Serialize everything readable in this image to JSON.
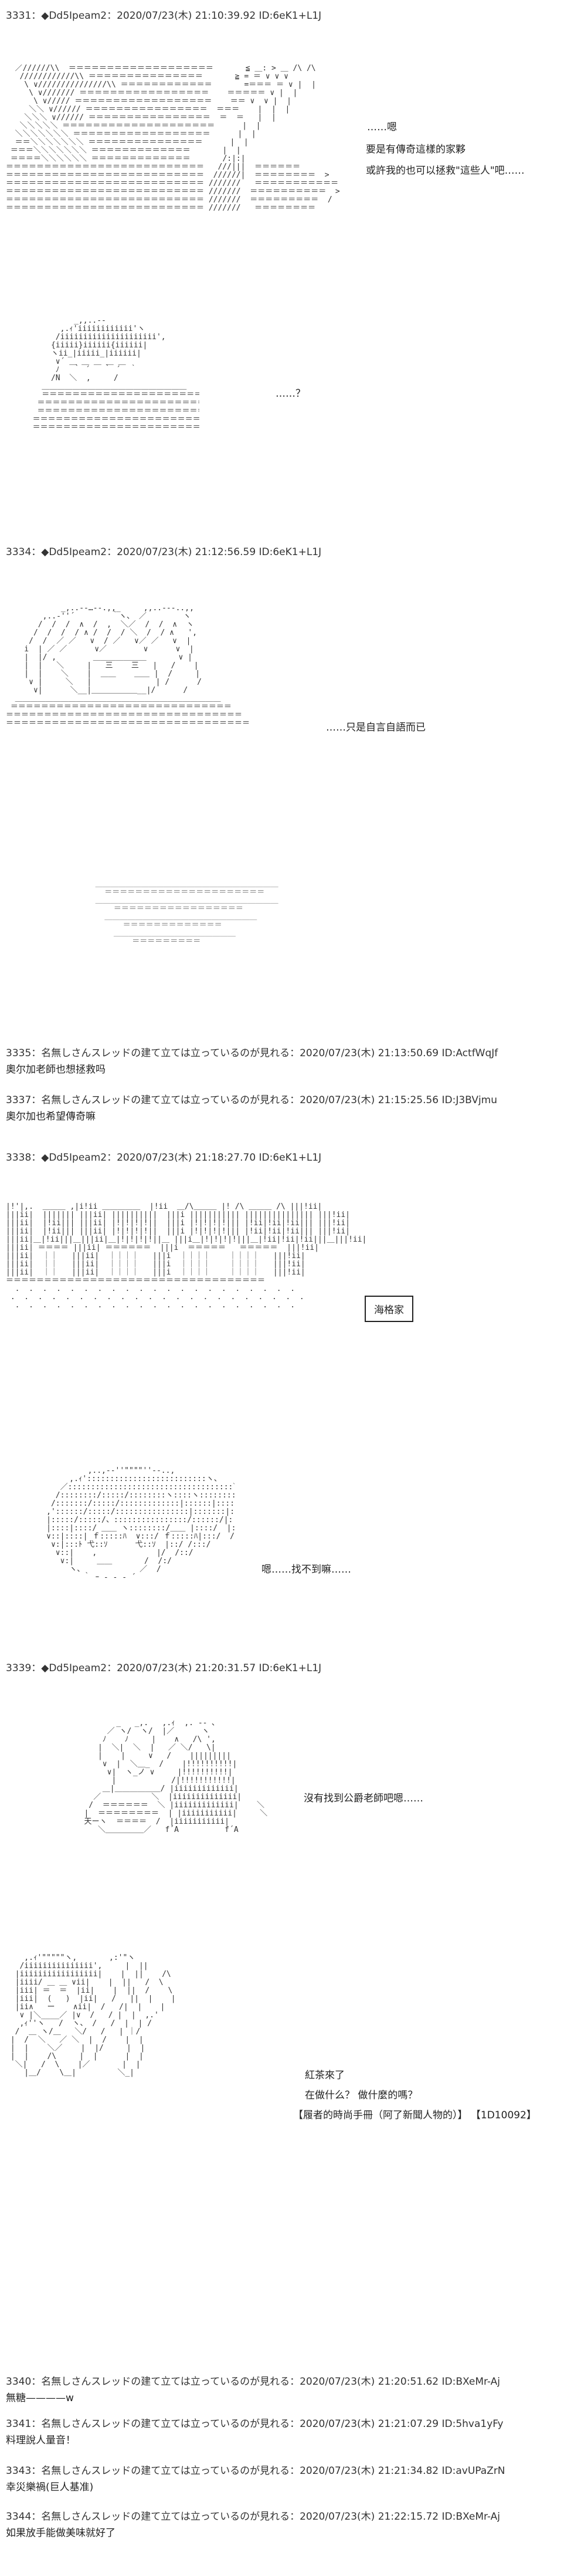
{
  "posts": [
    {
      "header": "3331：◆Dd5Ipeam2：2020/07/23(木) 21:10:39.92 ID:6eK1+L1J",
      "lines": [
        "……嗯",
        "要是有傳奇這樣的家夥",
        "或許我的也可以拯救\"這些人\"吧……"
      ],
      "aside": "……？"
    },
    {
      "header": "3334：◆Dd5Ipeam2：2020/07/23(木) 21:12:56.59 ID:6eK1+L1J",
      "lines": [
        "……只是自言自語而已"
      ]
    },
    {
      "header": "3335：名無しさんスレッドの建て立ては立っているのが見れる：2020/07/23(木) 21:13:50.69 ID:ActfWqJf",
      "lines": [
        "奧尔加老師也想拯救吗"
      ]
    },
    {
      "header": "3337：名無しさんスレッドの建て立ては立っているのが見れる：2020/07/23(木) 21:15:25.56 ID:J3BVjmu",
      "lines": [
        "奧尔加也希望傳奇嘛"
      ]
    },
    {
      "header": "3338：◆Dd5Ipeam2：2020/07/23(木) 21:18:27.70 ID:6eK1+L1J",
      "box": "海格家",
      "lines": [
        "嗯……找不到嘛……"
      ]
    },
    {
      "header": "3339：◆Dd5Ipeam2：2020/07/23(木) 21:20:31.57 ID:6eK1+L1J",
      "lines": [
        "沒有找到公爵老師吧嗯……",
        "紅茶來了",
        "在做什么？  做什麼的嗎？",
        "【履者的時尚手冊（阿了新聞人物的）】 【1D10092】"
      ]
    },
    {
      "header": "3340：名無しさんスレッドの建て立ては立っているのが見れる：2020/07/23(木) 21:20:51.62 ID:BXeMr-Aj",
      "lines": [
        "無糖————w"
      ]
    },
    {
      "header": "3341：名無しさんスレッドの建て立ては立っているのが見れる：2020/07/23(木) 21:21:07.29 ID:5hva1yFy",
      "lines": [
        "料理說人量音！"
      ]
    },
    {
      "header": "3343：名無しさんスレッドの建て立ては立っているのが見れる：2020/07/23(木) 21:21:34.82 ID:avUPaZrN",
      "lines": [
        "幸災樂禍(巨人基准)"
      ]
    },
    {
      "header": "3344：名無しさんスレッドの建て立ては立っているのが見れる：2020/07/23(木) 21:22:15.72 ID:BXeMr-Aj",
      "lines": [
        "如果放手能做美味就好了"
      ]
    }
  ],
  "ascii_art": {
    "a1": "  ／//////\\\\  ＝＝＝＝＝＝＝＝＝＝＝＝＝＝＝＝＝＝＝       ≦ ＿: > ＿ /\\ /\\\n   ////////////\\\\ ＝＝＝＝＝＝＝＝＝＝＝＝＝＝＝       ≧ = ＝ ∨ ∨ ∨\n    \\ ∨///////////////\\\\ ＝＝＝＝＝＝＝＝＝＝＝＝       =＝＝＝ ＝ ∨ |  |\n     \\ ∨/////// ＝＝＝＝＝＝＝＝＝＝＝＝＝＝＝＝＝    ＝＝＝＝＝ ∨ |  |\n      \\ ∨///// ＝＝＝＝＝＝＝＝＝＝＝＝＝＝＝＝＝＝    ＝＝ ∨  ∨ |  |\n     ＼＼ ∨////// ＝＝＝＝＝＝＝＝＝＝＝＝＝＝＝＝  ＝＝＝    |  |  |\n    ＼＼＼ ∨////// ＝＝＝＝＝＝＝＝＝＝＝＝＝＝＝＝  ＝  ＝   |  |\n   ＼＼＼＼＼ ＝＝＝＝＝＝＝＝＝＝＝＝＝＝＝＝＝＝＝＝      |  |\n  ＼＼＼＼＼＼＼ ＝＝＝＝＝＝＝＝＝＝＝＝＝＝＝＝＝＝      |  |\n  ＝＝＼＼＼＼＼＼＼ ＝＝＝＝＝＝＝＝＝＝＝＝＝＝＝      |  |\n ＝＝＝＼＼＼＼＼＼＼ ＝＝＝＝＝＝＝＝＝＝＝＝＝       |  |\n ＝＝＝＝＼＼＼＼＼＼ ＝＝＝＝＝＝＝＝＝＝＝＝＝       /:|:|\n＝＝＝＝＝＝＝＝＝＝＝＝＝＝＝＝＝＝＝＝＝＝＝＝＝＝   ///|||  ＝＝＝＝＝＝\n＝＝＝＝＝＝＝＝＝＝＝＝＝＝＝＝＝＝＝＝＝＝＝＝＝＝  //////|  ＝＝＝＝＝＝＝＝  >\n＝＝＝＝＝＝＝＝＝＝＝＝＝＝＝＝＝＝＝＝＝＝＝＝＝＝ ///////   ＝＝＝＝＝＝＝＝＝＝＝\n＝＝＝＝＝＝＝＝＝＝＝＝＝＝＝＝＝＝＝＝＝＝＝＝＝＝ ///////  ＝＝＝＝＝＝＝＝＝＝  >\n＝＝＝＝＝＝＝＝＝＝＝＝＝＝＝＝＝＝＝＝＝＝＝＝＝＝ ///////  ＝＝＝＝＝＝＝＝＝  /\n＝＝＝＝＝＝＝＝＝＝＝＝＝＝＝＝＝＝＝＝＝＝＝＝＝＝ ///////   ＝＝＝＝＝＝＝＝",
    "a2": "           _,,..--\n        ,.ｨ'iiiiiiiiiiii'ヽ\n       /iiiiiiiiiiiiiiiiiiiii',\n      {iiiii}iiiiii{iiiiii|\n      ヽii_|iiiii_|iiiiii|\n       ∨´ ＿ ＿ ＿ ＿ ＿\n       ﾉ   ｀ ´   ｀ ´  ｀\n      /N  ＼  ,     /\n    ＿＿＿＿＿＿＿＿＿＿＿＿＿＿＿＿＿＿＿\n    ＝＝＝＝＝＝＝＝＝＝＝＝＝＝＝＝＝＝＝＝＝\n   ＝＝＝＝＝＝＝＝＝＝＝＝＝＝＝＝＝＝＝＝＝＝＝\n   ＝＝＝＝＝＝＝＝＝＝＝＝＝＝＝＝＝＝＝＝＝＝＝\n  ＝＝＝＝＝＝＝＝＝＝＝＝＝＝＝＝＝＝＝＝＝＝＝＝＝\n  ＝＝＝＝＝＝＝＝＝＝＝＝＝＝＝＝＝＝＝＝＝＝＝＝＝",
    "a3": "            _,..-‐…‐-.,,_     ,,..-‐-..,,\n        ,..-''´        ｀ヽ、 ／        ヽ\n       /  /  /  ∧  /  ,  ＼／  /  /  ∧  ヽ\n      /  /  /  / ∧ /  /  / ＼  /  / ∧   ',\n     /  /  ／ ／   ∨  / ／   ∨／ ／   ∨  |\n    i  | ／ ／      ∨／        ∨      ∨  |\n    |  |/ ,        ＿＿＿＿＿＿＿       ∨ |\n    |  |   ＼     |   三    三   |   /    |\n    |  |    ＼    |  ＿＿    ＿＿ |  /     |\n     ∨ |     ＼   |              | /      /\n      ∨|      ＼__|＿＿＿＿＿＿__|/      /\n  ＿＿＿＿＿＿＿＿＿＿＿＿＿＿＿＿＿＿＿＿＿＿＿＿＿＿＿\n ＝＝＝＝＝＝＝＝＝＝＝＝＝＝＝＝＝＝＝＝＝＝＝＝＝＝＝＝＝\n＝＝＝＝＝＝＝＝＝＝＝＝＝＝＝＝＝＝＝＝＝＝＝＝＝＝＝＝＝＝＝\n＝＝＝＝＝＝＝＝＝＝＝＝＝＝＝＝＝＝＝＝＝＝＝＝＝＝＝＝＝＝＝＝",
    "a4": "        ＿＿＿＿＿＿＿＿＿＿＿＿＿＿＿＿＿＿＿＿＿＿＿＿\n          ＝＝＝＝＝＝＝＝＝＝＝＝＝＝＝＝＝＝＝＝＝\n        ＿＿＿＿＿＿＿＿＿＿＿＿＿＿＿＿＿＿＿＿＿＿＿＿\n            ＝＝＝＝＝＝＝＝＝＝＝＝＝＝＝＝＝\n          ＿＿＿＿＿＿＿＿＿＿＿＿＿＿＿＿＿＿＿＿\n              ＝＝＝＝＝＝＝＝＝＝＝＝＝\n            ＿＿＿＿＿＿＿＿＿＿＿＿＿＿＿＿\n                ＝＝＝＝＝＝＝＝＝",
    "a5": "|!'|,.  ＿＿＿ ,|i!ii ＿＿＿＿＿  |!ii  ＿/\\＿＿＿ |! /\\ ＿＿＿ /\\ |||!ii|\n|||ii|  ||||||| |||ii| ||||||||||  |||i ||||||||||| ||||||||||||||| |||!ii|\n|||ii|  |!ii||| |||ii| |!|!|!|!||  |||i |!|!|!|!||| |!ii|!ii|!ii||| |||!ii|\n|||ii|  |!ii||| |||ii| |!|!|!|!||  |||i |!|!|!|!||| |!ii|!ii|!ii||| |||!ii|\n|||ii|＿|!ii|||＿|||ii|＿|!|!|!|!||＿ |||i＿|!|!|!|!|||＿|!ii|!ii|!ii|||＿|||!ii|\n|||ii| ＝＝＝＝ |||ii| ＝＝＝＝＝＝  |||i  ＝＝＝＝＝   ＝＝＝＝＝  |||!ii|\n|||ii|  ｜｜   |||ii|  ｜｜｜｜   |||i  ｜｜｜｜    ｜｜｜｜   |||!ii|\n|||ii|  ｜｜   |||ii|  ｜｜｜｜   |||i  ｜｜｜｜    ｜｜｜｜   |||!ii|\n|||ii|  ｜｜   |||ii|  ｜｜｜｜   |||i  ｜｜｜｜    ｜｜｜｜   |||!ii|\n＝＝＝＝＝＝＝＝＝＝＝＝＝＝＝＝＝＝＝＝＝＝＝＝＝＝＝＝＝＝＝＝＝＝\n  .  .  .  .  .  .  .  .  .  .  .  .  .  .  .  .  .  .  .  .  .\n .  .  .  .  .  .  .  .  .  .  .  .  .  .  .  .  .  .  .  .  .  .\n  .  .  .  .  .  .  .  .  .  .  .  .  .  .  .  .  .  .  .  .  .",
    "a6": "              ,..,-‐''\"\"\"\"''‐-..,\n          ,.ｨ'::::::::::::::::::::::::::ヽ、\n        ／::::::::::::::::::::::::::::::::::::＼\n       /::::::::/:::::/::::::::ヽ::::ヽ::::::::ヽ\n      /:::::::/:::::/:::::::::::::|::::::|:::::::::',\n     ,'::::::/:::::/::::::::::::::::|:::::::|:::::::::i\n     |:::::/:::::/、::::::::::::::::/::::::/|::::::::|\n     |::::|::::/ ＿＿ ヽ::::::::/＿＿ |::::/  |::::|\n     ∨::|::::| ｆ:::::ﾊ  ∨:::/ ｆ:::::ﾊ|:::/  /:::/\n      ∨:|:::ﾄ 弋::ｿ      弋::ｿ  |::/ /:::/\n       ∨::|    ,             |/  /::/\n        ∨:|     ＿＿       /  /:/\n          ヽ、            ／  /\n             ｀ ｰ - - ‐ ´",
    "a7": "          _   _,.   ,.ｨ  ,. -‐ ､\n        ／ ヽ/  ヽ/  |／      ヽ\n       ﾉ    ﾉ     |    ∧   /\\ ',\n      |  ＼|  ＼  |   ／ ＼/   \\|\n      |    |     ∨   /    |||||||||\n       ∨  |  ＼＿_  /    |!!!!!!!!!!|\n        ∨|  ヽ_ノ ∨     |!!!!!!!!!!|\n         |            /|!!!!!!!!!!!|\n       ＿|＿＿＿＿＿＿/ |iiiiiiiiiiiii|\n     ／           ＼  |iiiiiiiiiiiiii|\n    /  ＝＝＝＝＝＝  ＼ |iiiiiiiiiiiii|    ＼\n   |  ＝＝＝＝＝＝＝＝  | |iiiiiiiiiii|     ＼\n   天ーヽ  ＝＝＝＝  /  |iiiiiiiiiii|\n      ＼＿＿＿＿＿／   f´A          f´A",
    "a8": "    ,.ｨ'\"\"\"\"\"ヽ,       ,:'\"ヽ\n   /iiiiiiiiiiiiiii',     |  ||\n  |iiiiiiiiiiiiiiiii|    |  ||    /\\\n  |iiii/ ＿ ＿ ∨ii|    |  ||   /  \\\n  |iii| ＝  ＝  |ii|    |  ||  /    \\\n  |iii|  (   )  |ii|   /   ||  |    |\n  |ii∧   ー    ∧ii|  /   /|  |    |\n   ∨ |＼____／ |∨  /   / |  |  ,.'\n   ,ｨ''ヽ   /  ヽ、 /   /  |  | /\n  /  ＿ ヽ/＿   ＼/   /   | ｜/\n |  /  ＼   ／ ＼  |  /    |  |\n |  |    ＼／    |  |/     |  |\n |  |    /\\     |  |      |  |\n  ＼|   /  \\    |／       |  |\n    |＿/    \\＿|         ＼_|"
  }
}
